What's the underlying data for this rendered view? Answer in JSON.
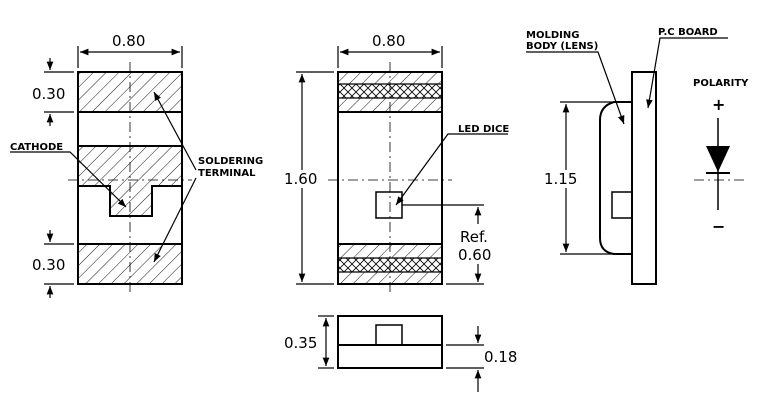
{
  "dims": {
    "top_width_left": "0.80",
    "top_width_middle": "0.80",
    "left_top_pad": "0.30",
    "left_bottom_pad": "0.30",
    "middle_height": "1.60",
    "ref_label": "Ref.",
    "ref_value": "0.60",
    "side_height": "1.15",
    "bottom_height": "0.35",
    "bottom_sub": "0.18"
  },
  "labels": {
    "cathode": "CATHODE",
    "soldering_1": "SOLDERING",
    "soldering_2": "TERMINAL",
    "led_dice": "LED DICE",
    "molding_1": "MOLDING",
    "molding_2": "BODY (LENS)",
    "pc_board": "P.C BOARD",
    "polarity": "POLARITY",
    "plus": "+",
    "minus": "−"
  }
}
